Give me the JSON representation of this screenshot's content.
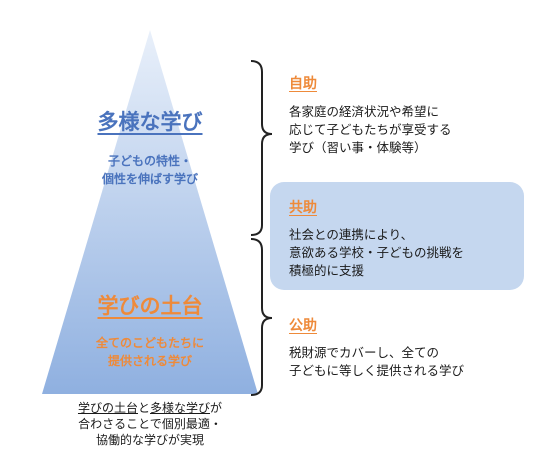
{
  "pyramid": {
    "upper": {
      "title": "多様な学び",
      "desc_lines": [
        "子どもの特性・",
        "個性を伸ばす学び"
      ]
    },
    "base": {
      "title": "学びの土台",
      "desc_lines": [
        "全てのこどもたちに",
        "提供される学び"
      ]
    },
    "caption": {
      "line1_part1": "学びの土台",
      "line1_part2": "と",
      "line1_part3": "多様な学び",
      "line1_part4": "が",
      "line2": "合わさることで個別最適・",
      "line3": "協働的な学びが実現"
    }
  },
  "sections": {
    "jijo": {
      "title": "自助",
      "lines": [
        "各家庭の経済状況や希望に",
        "応じて子どもたちが享受する",
        "学び（習い事・体験等）"
      ]
    },
    "kyojo": {
      "title": "共助",
      "lines": [
        "社会との連携により、",
        "意欲ある学校・子どもの挑戦を",
        "積極的に支援"
      ]
    },
    "kojo": {
      "title": "公助",
      "lines": [
        "税財源でカバーし、全ての",
        "子どもに等しく提供される学び"
      ]
    }
  },
  "colors": {
    "upper_text": "#4a73bd",
    "base_text": "#ee8a3a",
    "section_title": "#ee8a3a",
    "highlight_box": "#c5d7ef",
    "pyramid_top": "#e9f0fa",
    "pyramid_bottom": "#8fb0e0"
  }
}
